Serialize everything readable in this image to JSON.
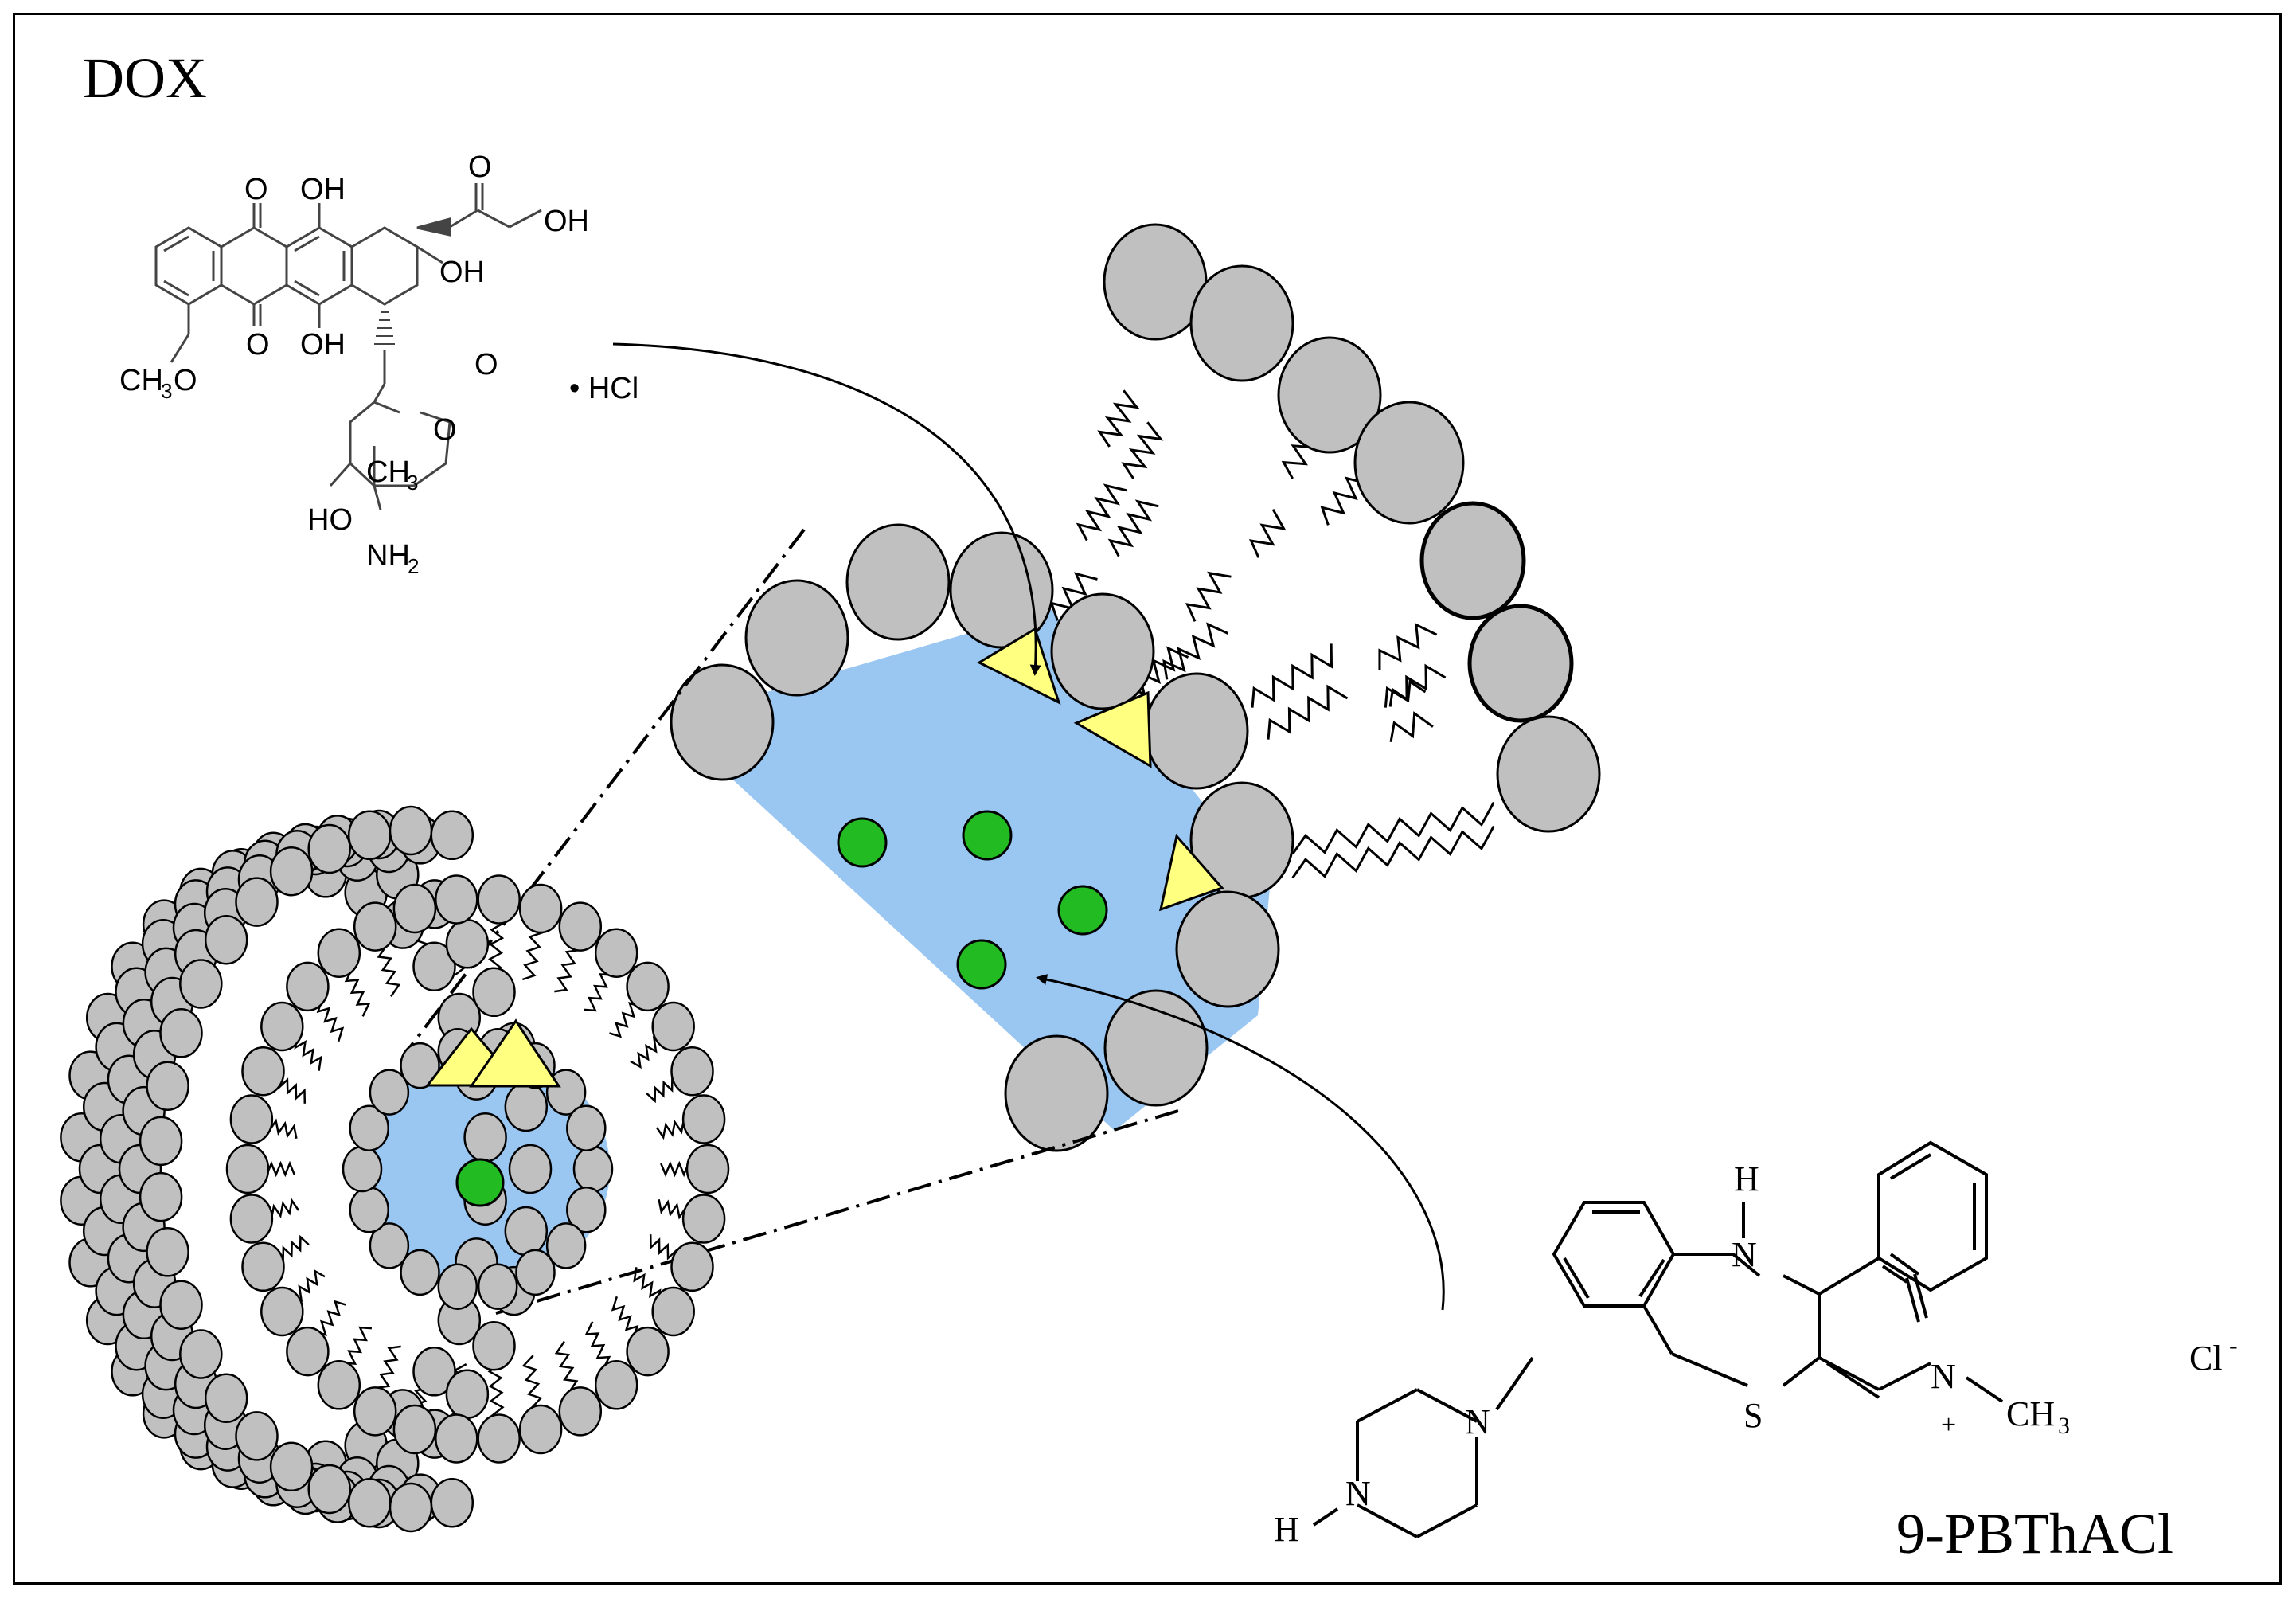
{
  "labels": {
    "dox_title": "DOX",
    "pbth_title": "9-PBThACl",
    "chloride": "Cl",
    "chloride_charge": "-",
    "hcl_salt": "• HCl"
  },
  "dox_atoms": {
    "o_top_left": "O",
    "oh_top": "OH",
    "o_ketone": "O",
    "oh_chain": "OH",
    "oh_ring": "OH",
    "ch3o": "CH",
    "ch3o_sub": "3",
    "ch3o_o": "O",
    "o_bottom": "O",
    "oh_bottom": "OH",
    "o_glycoside": "O",
    "o_sugar_ring": "O",
    "ch3_sugar": "CH",
    "ch3_sugar_sub": "3",
    "ho_sugar": "HO",
    "nh2": "NH",
    "nh2_sub": "2"
  },
  "pbth_atoms": {
    "h_top": "H",
    "n_top": "N",
    "n_plus": "N",
    "plus": "+",
    "ch3": "CH",
    "ch3_sub": "3",
    "s": "S",
    "n_pip": "N",
    "n_pip_h": "N",
    "h_pip": "H"
  },
  "colors": {
    "core": "#9ac7f2",
    "head": "#c0c0c0",
    "dox_marker": "#ffff80",
    "dye_marker": "#22bb22"
  }
}
